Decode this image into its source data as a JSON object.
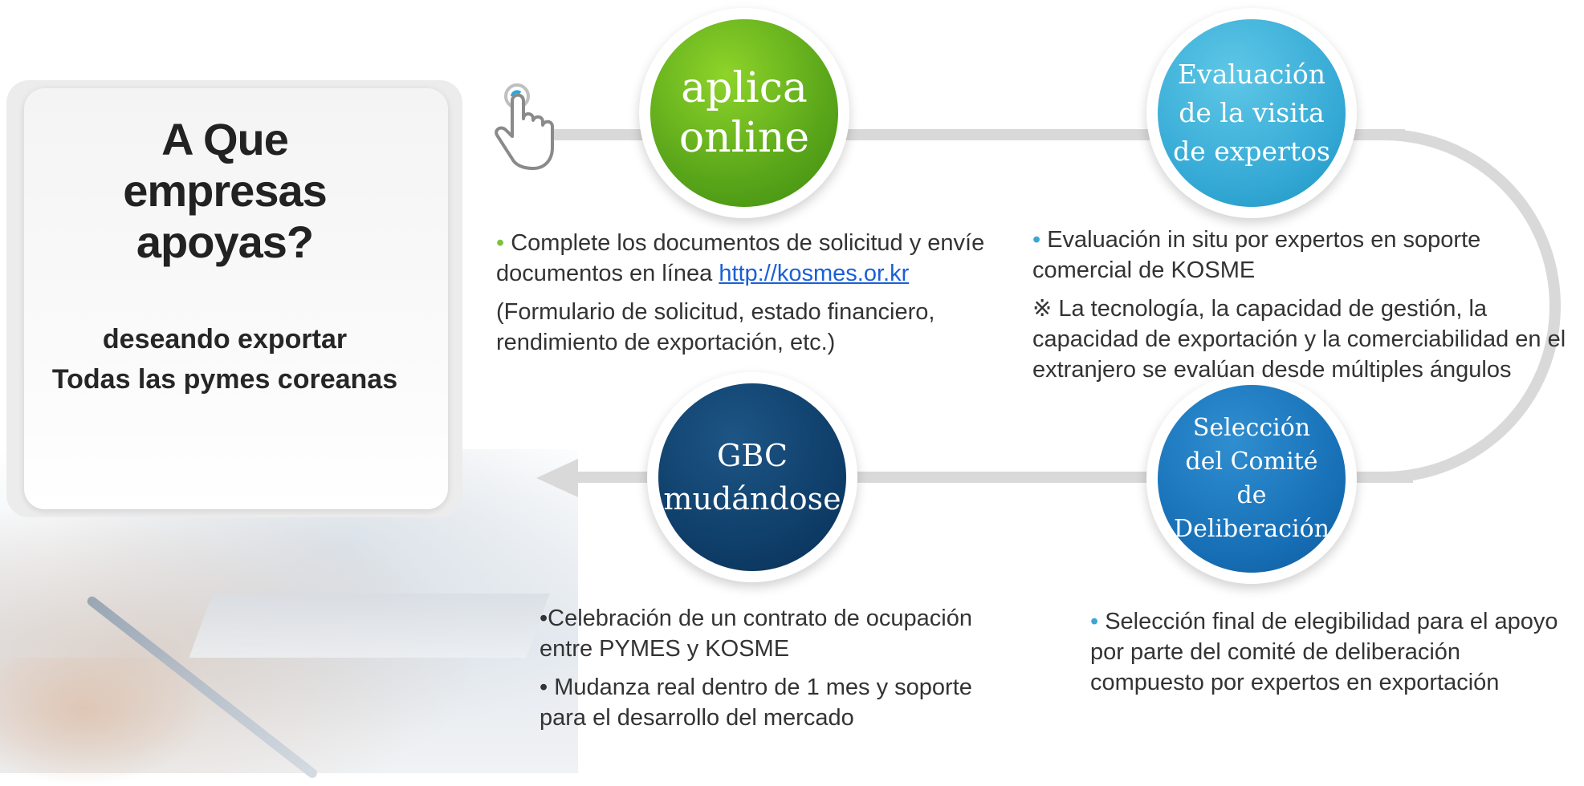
{
  "card": {
    "title": "A Que\nempresas\napoyas?",
    "subtitle": "deseando exportar\n Todas las pymes coreanas"
  },
  "steps": [
    {
      "label": "aplica\nonline",
      "color": "#5aa61a"
    },
    {
      "label": "Evaluación\nde la visita\nde expertos",
      "color": "#34a9d5"
    },
    {
      "label": "Selección\ndel Comité\nde Deliberación",
      "color": "#176fb6"
    },
    {
      "label": "GBC\nmudándose",
      "color": "#0e3d68"
    }
  ],
  "details": {
    "apply": {
      "bullet": "•",
      "line1": " Complete los documentos de solicitud y envíe documentos en línea ",
      "link": "http://kosmes.or.kr",
      "note": "(Formulario de solicitud, estado financiero, rendimiento de exportación, etc.)"
    },
    "evaluation": {
      "bullet": "•",
      "line1": " Evaluación in situ por expertos en soporte comercial de KOSME",
      "note": " ※ La tecnología, la capacidad de gestión, la capacidad de exportación y la comerciabilidad en el extranjero se evalúan desde múltiples ángulos"
    },
    "gbc": {
      "bullet": "•",
      "line1": "Celebración de un contrato de ocupación entre PYMES y KOSME",
      "line2": "  Mudanza real dentro de 1 mes y soporte para el desarrollo del mercado"
    },
    "committee": {
      "bullet": "•",
      "line1": " Selección final de elegibilidad para el apoyo por parte del comité de deliberación compuesto por expertos en exportación"
    }
  },
  "icons": [
    "hand-pointer-icon",
    "flow-arrow-icon"
  ]
}
